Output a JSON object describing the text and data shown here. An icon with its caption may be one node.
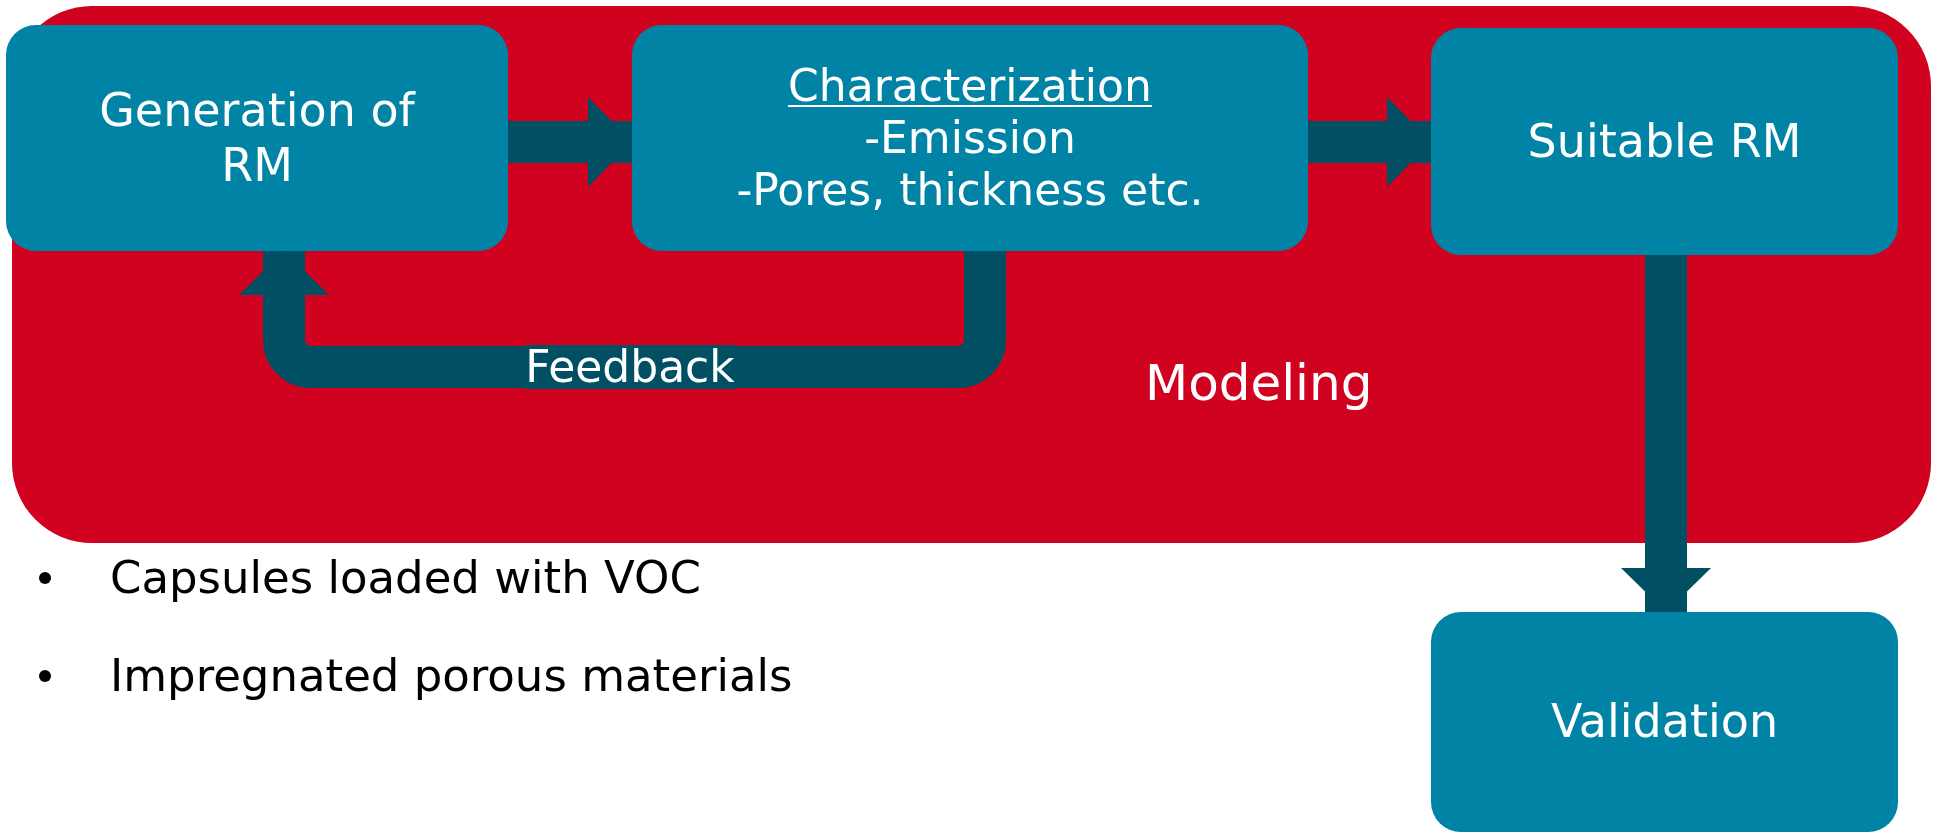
{
  "diagram": {
    "nodes": [
      {
        "text": [
          "Modeling"
        ]
      },
      {
        "text": [
          "Generation of RM"
        ],
        "in": 0
      },
      {
        "text": [
          "Characterization",
          "-Emission",
          "-Pores, thickness etc."
        ],
        "in": 0
      },
      {
        "text": [
          "Suitable RM"
        ],
        "in": 0
      },
      {
        "text": [
          "Validation"
        ]
      }
    ],
    "edges": [
      {
        "from": 1,
        "to": 2,
        "arrow": "to"
      },
      {
        "from": 2,
        "to": 3,
        "arrow": "to"
      },
      {
        "from": 2,
        "to": 1,
        "arrow": "to",
        "label": "Feedback"
      },
      {
        "from": 3,
        "to": 4,
        "arrow": "to"
      }
    ],
    "labels": [
      "Capsules loaded with VOC",
      "Impregnated porous materials"
    ]
  }
}
